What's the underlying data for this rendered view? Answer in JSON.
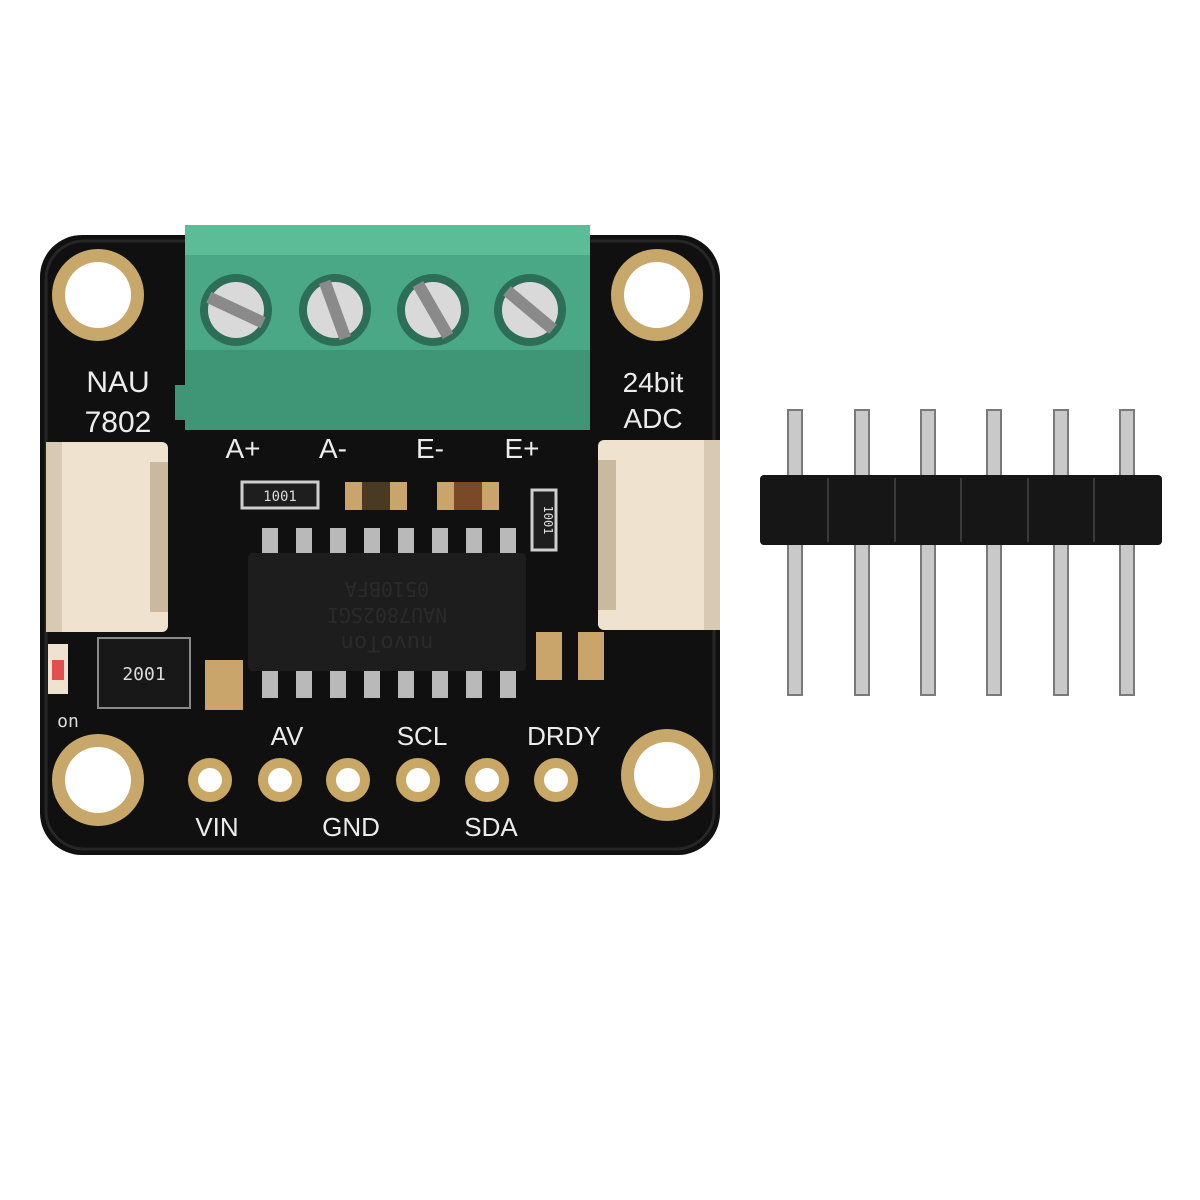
{
  "board": {
    "title_line1": "NAU",
    "title_line2": "7802",
    "spec_line1": "24bit",
    "spec_line2": "ADC",
    "terminal_labels": [
      "A+",
      "A-",
      "E-",
      "E+"
    ],
    "pin_labels_top": [
      "AV",
      "SCL",
      "DRDY"
    ],
    "pin_labels_bottom": [
      "VIN",
      "GND",
      "SDA"
    ],
    "chip_text": [
      "nuvoTon",
      "NAU7802SGI",
      "0510BFA"
    ],
    "resistor_codes": [
      "1001",
      "2001",
      "1001"
    ],
    "led_label": "on"
  },
  "header": {
    "pin_count": 6
  },
  "colors": {
    "pcb": "#111111",
    "terminal_block": "#4aa886",
    "gold_pad": "#c9a866",
    "connector": "#efe2cf"
  }
}
